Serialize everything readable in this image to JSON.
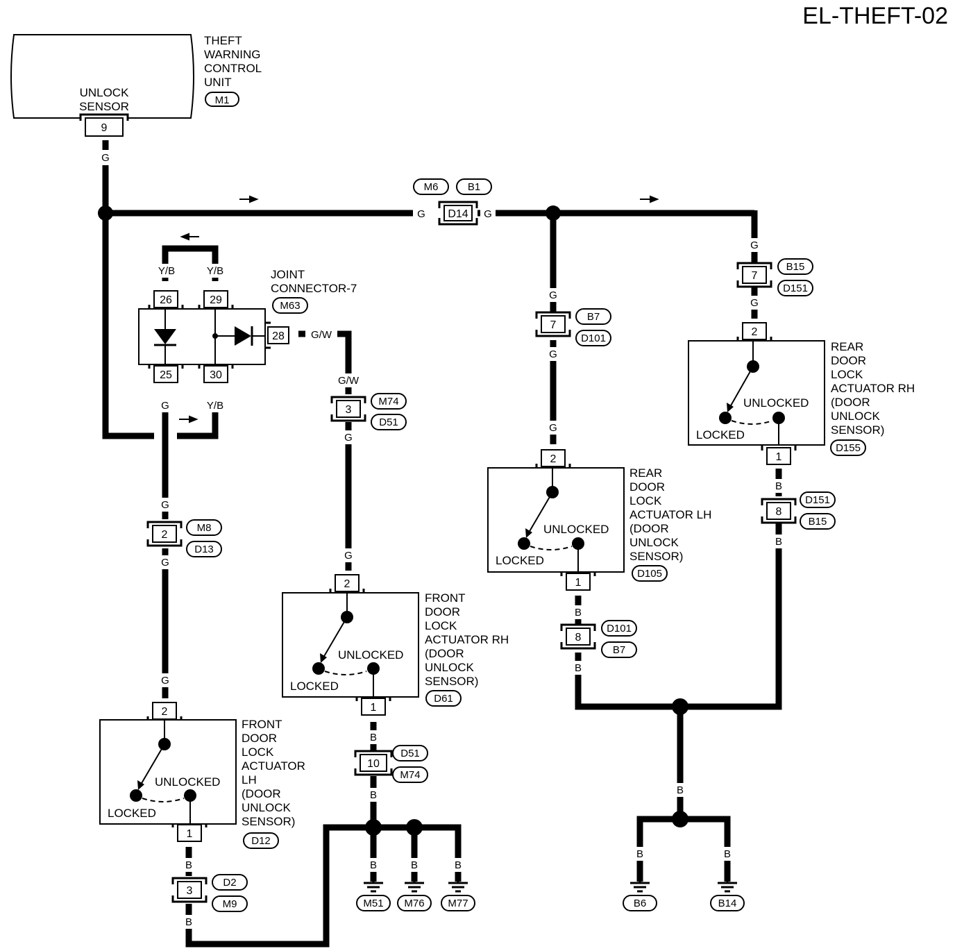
{
  "page_code": "EL-THEFT-02",
  "control_unit": {
    "name": [
      "THEFT",
      "WARNING",
      "CONTROL",
      "UNIT"
    ],
    "connector": "M1",
    "terminal_label": [
      "UNLOCK",
      "SENSOR"
    ],
    "pin": "9"
  },
  "joint_connector": {
    "name": [
      "JOINT",
      "CONNECTOR-7"
    ],
    "connector": "M63",
    "pins": {
      "top_left": "26",
      "top_right": "29",
      "bottom_left": "25",
      "bottom_right": "30",
      "side": "28"
    }
  },
  "wire_colors": {
    "G": "G",
    "YB": "Y/B",
    "GW": "G/W",
    "B": "B"
  },
  "junction_connector": {
    "tags": [
      "M6",
      "B1"
    ],
    "id": "D14"
  },
  "connectors": {
    "m8_d13": {
      "pin": "2",
      "tags": [
        "M8",
        "D13"
      ]
    },
    "m74_d51": {
      "pin": "3",
      "tags": [
        "M74",
        "D51"
      ]
    },
    "b7_d101": {
      "pin": "7",
      "tags": [
        "B7",
        "D101"
      ]
    },
    "b15_d151": {
      "pin": "7",
      "tags": [
        "B15",
        "D151"
      ]
    },
    "d2_m9": {
      "pin": "3",
      "tags": [
        "D2",
        "M9"
      ]
    },
    "d51_m74": {
      "pin": "10",
      "tags": [
        "D51",
        "M74"
      ]
    },
    "d101_b7": {
      "pin": "8",
      "tags": [
        "D101",
        "B7"
      ]
    },
    "d151_b15": {
      "pin": "8",
      "tags": [
        "D151",
        "B15"
      ]
    }
  },
  "actuators": {
    "front_lh": {
      "name": [
        "FRONT",
        "DOOR",
        "LOCK",
        "ACTUATOR",
        "LH",
        "(DOOR",
        "UNLOCK",
        "SENSOR)"
      ],
      "connector": "D12",
      "pin_top": "2",
      "pin_bottom": "1",
      "unlocked": "UNLOCKED",
      "locked": "LOCKED"
    },
    "front_rh": {
      "name": [
        "FRONT",
        "DOOR",
        "LOCK",
        "ACTUATOR RH",
        "(DOOR",
        "UNLOCK",
        "SENSOR)"
      ],
      "connector": "D61",
      "pin_top": "2",
      "pin_bottom": "1",
      "unlocked": "UNLOCKED",
      "locked": "LOCKED"
    },
    "rear_lh": {
      "name": [
        "REAR",
        "DOOR",
        "LOCK",
        "ACTUATOR LH",
        "(DOOR",
        "UNLOCK",
        "SENSOR)"
      ],
      "connector": "D105",
      "pin_top": "2",
      "pin_bottom": "1",
      "unlocked": "UNLOCKED",
      "locked": "LOCKED"
    },
    "rear_rh": {
      "name": [
        "REAR",
        "DOOR",
        "LOCK",
        "ACTUATOR RH",
        "(DOOR",
        "UNLOCK",
        "SENSOR)"
      ],
      "connector": "D155",
      "pin_top": "2",
      "pin_bottom": "1",
      "unlocked": "UNLOCKED",
      "locked": "LOCKED"
    }
  },
  "grounds": [
    "M51",
    "M76",
    "M77",
    "B6",
    "B14"
  ]
}
